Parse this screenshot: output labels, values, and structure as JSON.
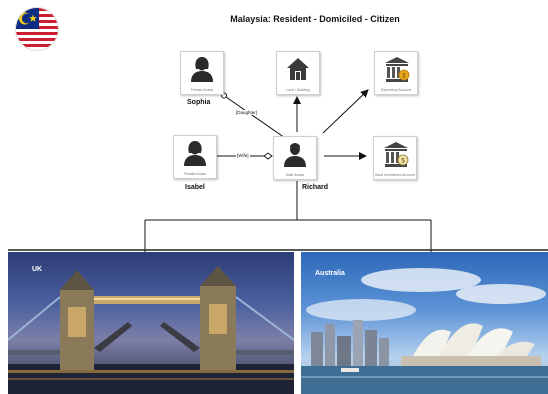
{
  "title": "Malaysia: Resident - Domiciled - Citizen",
  "nodes": {
    "sophia": {
      "caption": "Female Avatar",
      "name": "Sophia"
    },
    "isabel": {
      "caption": "Female Avatar",
      "name": "Isabel"
    },
    "richard": {
      "caption": "Male Avatar",
      "name": "Richard"
    },
    "land": {
      "caption": "Land / Building"
    },
    "depository": {
      "caption": "Depository Account"
    },
    "bank": {
      "caption": "Bank Investment Account"
    }
  },
  "relations": {
    "daughter": "[Daughter]",
    "wife": "[Wife]"
  },
  "photos": {
    "uk": "UK",
    "australia": "Australia"
  },
  "colors": {
    "flag_red": "#cc1f2f",
    "flag_blue": "#0c2d83",
    "flag_yellow": "#f7d117"
  },
  "icons": {
    "flag": "malaysia-flag-icon",
    "person": "avatar-icon",
    "house": "house-icon",
    "bank": "bank-building-icon",
    "coin": "coin-icon"
  }
}
